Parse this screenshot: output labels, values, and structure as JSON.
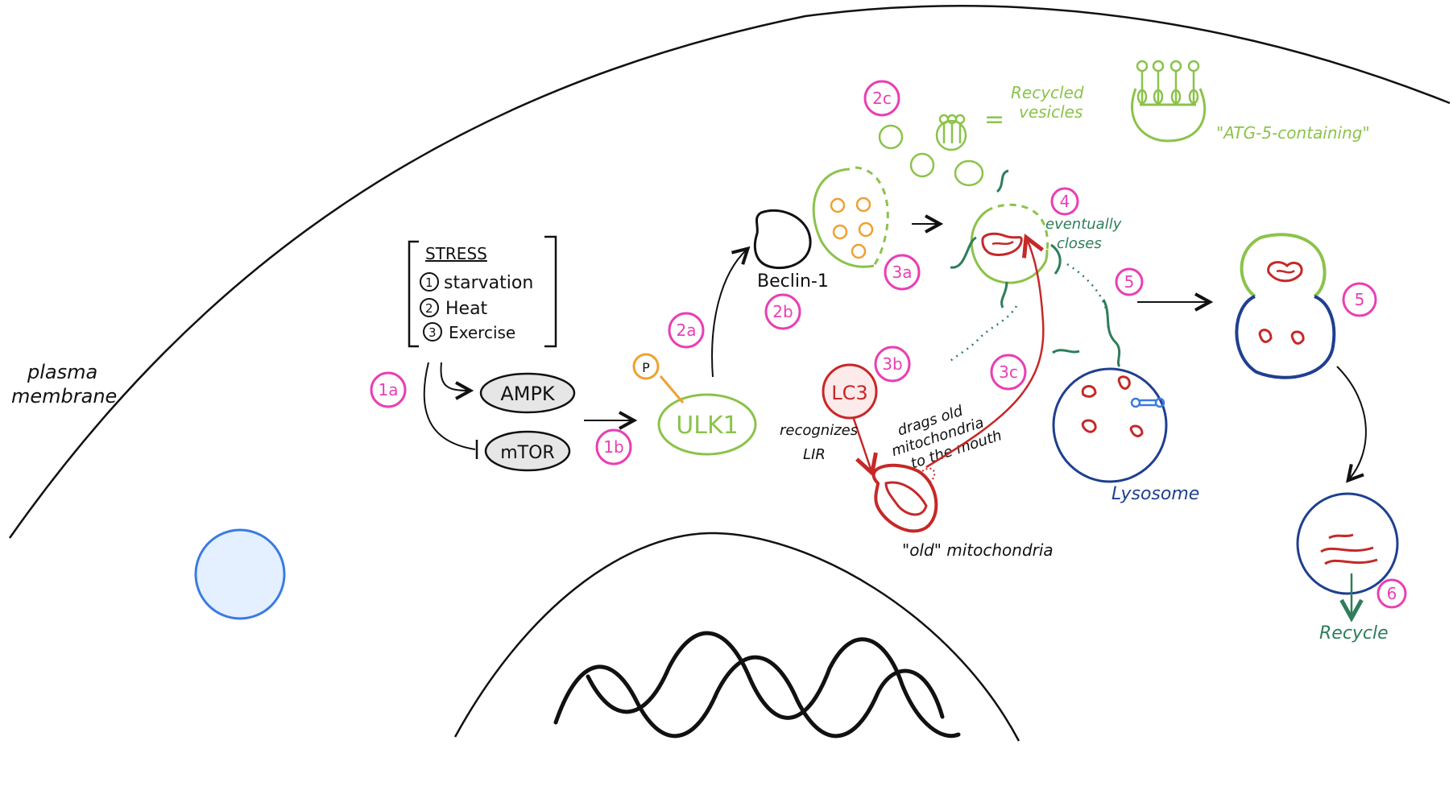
{
  "labels": {
    "plasma_membrane": [
      "plasma",
      "membrane"
    ],
    "stress_title": "STRESS",
    "stress_items": [
      "starvation",
      "Heat",
      "Exercise"
    ],
    "stress_numbers": [
      "1",
      "2",
      "3"
    ],
    "ampk": "AMPK",
    "mtor": "mTOR",
    "phospho": "P",
    "ulk1": "ULK1",
    "beclin": "Beclin-1",
    "lc3": "LC3",
    "recognizes": [
      "recognizes",
      "LIR"
    ],
    "drags": [
      "drags old",
      "mitochondria",
      "to the mouth"
    ],
    "old_mito": "\"old\" mitochondria",
    "recycled_equals": "=",
    "recycled_vesicles": [
      "Recycled",
      "vesicles"
    ],
    "atg5": "\"ATG-5-containing\"",
    "eventually_closes": [
      "eventually",
      "closes"
    ],
    "lysosome": "Lysosome",
    "recycle": "Recycle"
  },
  "steps": {
    "s1a": "1a",
    "s1b": "1b",
    "s2a": "2a",
    "s2b": "2b",
    "s2c": "2c",
    "s3a": "3a",
    "s3b": "3b",
    "s3c": "3c",
    "s4": "4",
    "s5a": "5",
    "s5b": "5",
    "s6": "6"
  },
  "colors": {
    "ink": "#111111",
    "badge": "#e83fb4",
    "green": "#8bc34a",
    "dark_green": "#2e7d5b",
    "red": "#c62828",
    "navy": "#1f3f8f",
    "orange": "#f0a030",
    "light_blue": "#e4efff",
    "blue": "#3a7be0",
    "grey": "#e6e6e6"
  }
}
